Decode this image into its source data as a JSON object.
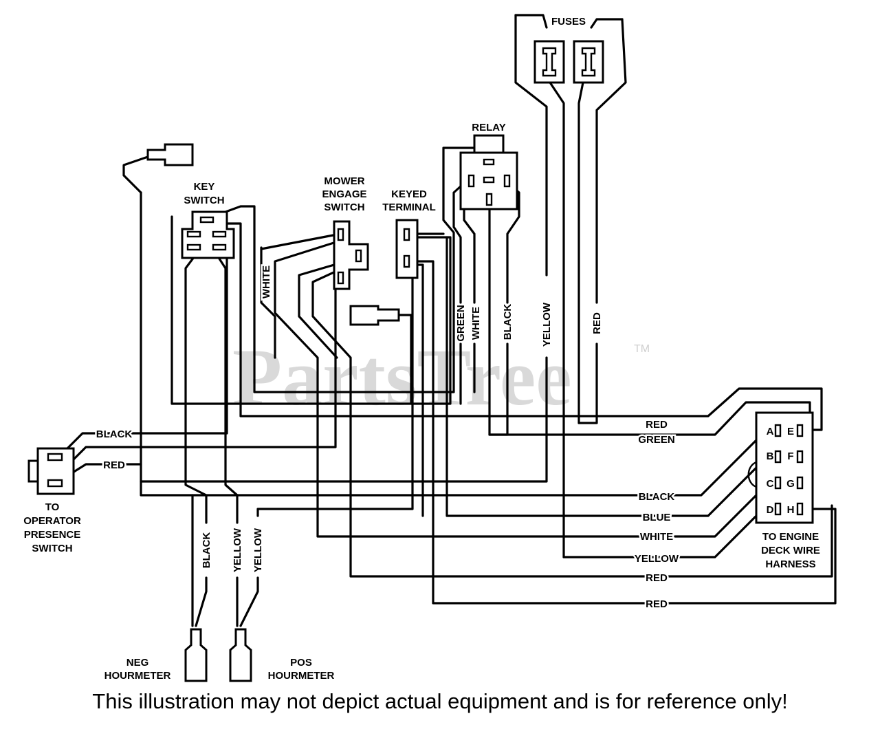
{
  "watermark": {
    "text": "PartsTree",
    "tm": "TM"
  },
  "components": {
    "fuses": "FUSES",
    "relay": "RELAY",
    "key_switch": [
      "KEY",
      "SWITCH"
    ],
    "mower_engage": [
      "MOWER",
      "ENGAGE",
      "SWITCH"
    ],
    "keyed_terminal": [
      "KEYED",
      "TERMINAL"
    ],
    "operator_presence": [
      "TO",
      "OPERATOR",
      "PRESENCE",
      "SWITCH"
    ],
    "engine_deck": [
      "TO ENGINE",
      "DECK WIRE",
      "HARNESS"
    ],
    "neg_hourmeter": [
      "NEG",
      "HOURMETER"
    ],
    "pos_hourmeter": [
      "POS",
      "HOURMETER"
    ]
  },
  "harness_pins": [
    "A",
    "B",
    "C",
    "D",
    "E",
    "F",
    "G",
    "H"
  ],
  "wire_labels": {
    "white_key": "WHITE",
    "green_relay": "GREEN",
    "white_relay": "WHITE",
    "black_relay": "BLACK",
    "yellow_fuse": "YELLOW",
    "red_fuse": "RED",
    "ops_black": "BLACK",
    "ops_red": "RED",
    "h_red_1": "RED",
    "h_green": "GREEN",
    "h_black": "BLACK",
    "h_blue": "BLUE",
    "h_white": "WHITE",
    "h_yellow": "YELLOW",
    "h_red_2": "RED",
    "h_red_3": "RED",
    "hm_black": "BLACK",
    "hm_yellow_1": "YELLOW",
    "hm_yellow_2": "YELLOW"
  },
  "disclaimer": "This illustration may not depict actual equipment and is for reference only!"
}
